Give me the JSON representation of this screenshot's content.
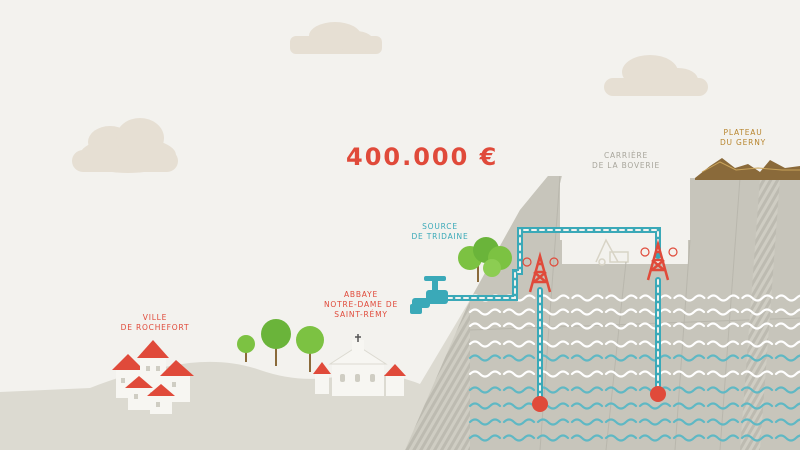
{
  "price": "400.000 €",
  "labels": {
    "ville": "VILLE\nDE ROCHEFORT",
    "abbaye": "ABBAYE\nNOTRE-DAME DE\nSAINT-RÉMY",
    "source": "SOURCE\nDE TRIDAINE",
    "carriere": "CARRIÈRE\nDE LA BOVERIE",
    "plateau": "PLATEAU\nDU GERNY"
  },
  "colors": {
    "background": "#f3f2ee",
    "ground": "#dcdad1",
    "cliff": "#c7c5bb",
    "cloud": "#e6dfd3",
    "red": "#e04a3a",
    "teal": "#3aa9b8",
    "tree_green": "#7cc242",
    "soil": "#8a6a3a"
  },
  "icons": [
    "cloud-icon",
    "water-tap-icon",
    "drilling-rig-icon",
    "drill-bit-icon",
    "tree-icon",
    "house-icon",
    "abbey-icon"
  ]
}
